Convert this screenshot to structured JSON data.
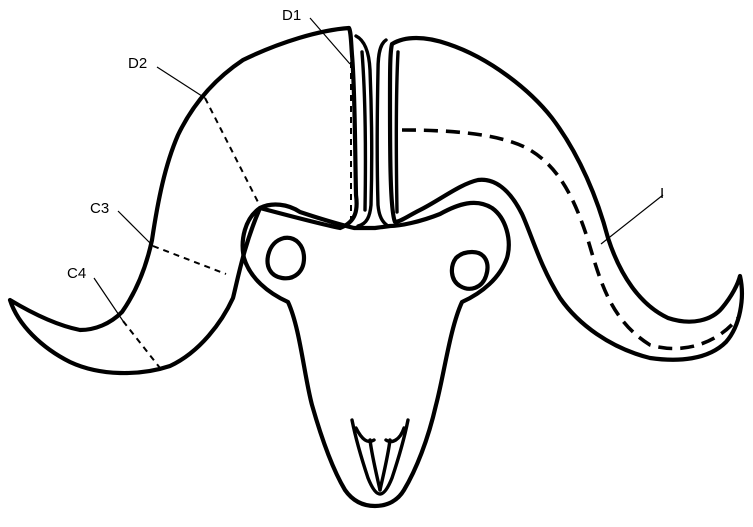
{
  "labels": {
    "d1": "D1",
    "d2": "D2",
    "c3": "C3",
    "c4": "C4",
    "i": "I"
  },
  "colors": {
    "ink": "#000000",
    "background": "#ffffff"
  }
}
